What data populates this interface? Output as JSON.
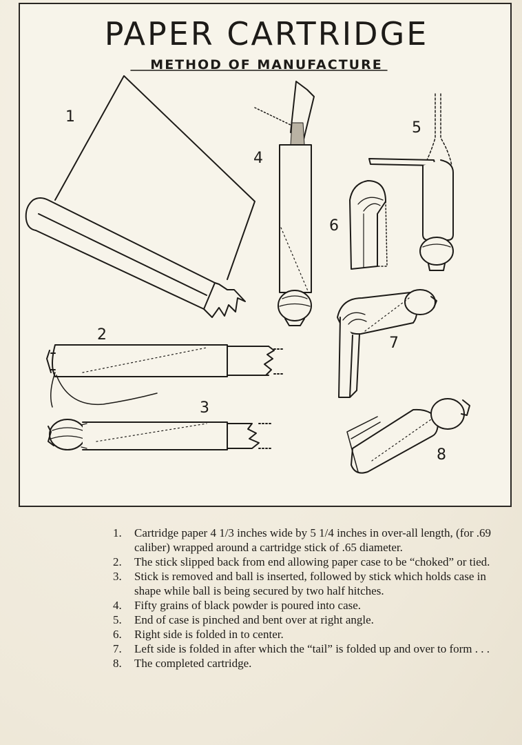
{
  "title": "PAPER CARTRIDGE",
  "subtitle": "METHOD OF MANUFACTURE",
  "figure_labels": [
    "1",
    "2",
    "3",
    "4",
    "5",
    "6",
    "7",
    "8"
  ],
  "steps": [
    {
      "num": "1.",
      "text": "Cartridge paper 4 1/3 inches wide by 5 1/4 inches in over-all length, (for .69 caliber) wrapped around a cartridge stick of .65 diameter."
    },
    {
      "num": "2.",
      "text": "The stick slipped back from end allowing paper case to be “choked” or tied."
    },
    {
      "num": "3.",
      "text": "Stick is removed and ball is inserted, followed by stick which holds case in shape while ball is being secured by two half hitches."
    },
    {
      "num": "4.",
      "text": "Fifty grains of black powder is poured into case."
    },
    {
      "num": "5.",
      "text": "End of case is pinched and bent over at right angle."
    },
    {
      "num": "6.",
      "text": "Right side is folded in to center."
    },
    {
      "num": "7.",
      "text": "Left side is folded in after which the “tail” is folded up and over to form . . ."
    },
    {
      "num": "8.",
      "text": "The completed cartridge."
    }
  ]
}
